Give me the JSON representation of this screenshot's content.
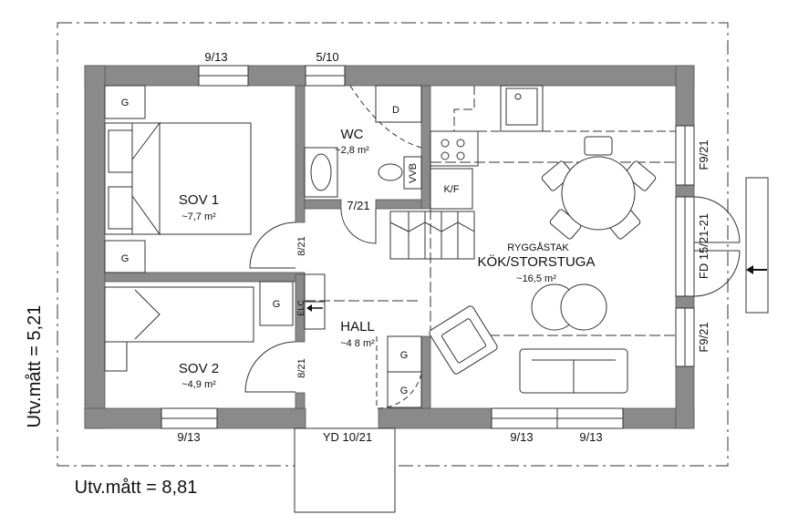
{
  "outer_dims": {
    "width_label": "Utv.mått = 8,81",
    "height_label": "Utv.mått = 5,21"
  },
  "rooms": {
    "sov1": {
      "name": "SOV 1",
      "area": "~7,7 m²"
    },
    "sov2": {
      "name": "SOV 2",
      "area": "~4,9 m²"
    },
    "wc": {
      "name": "WC",
      "area": "~2,8 m²"
    },
    "hall": {
      "name": "HALL",
      "area": "~4 8 m²"
    },
    "kok": {
      "note": "RYGGÅSTAK",
      "name": "KÖK/STORSTUGA",
      "area": "~16,5 m²"
    }
  },
  "windows": {
    "top_left": "9/13",
    "top_wc": "5/10",
    "right_top": "F9/21",
    "right_door": "FD 15/21-21",
    "right_bottom": "F9/21",
    "bottom_left": "9/13",
    "bottom_door": "YD 10/21",
    "bottom_mid": "9/13",
    "bottom_right": "9/13"
  },
  "doors": {
    "wc_door": "7/21",
    "sov1_door": "8/21",
    "sov2_door": "8/21"
  },
  "fixtures": {
    "g": "G",
    "d": "D",
    "vvb": "VVB",
    "kf": "K/F",
    "elc": "ELC"
  }
}
